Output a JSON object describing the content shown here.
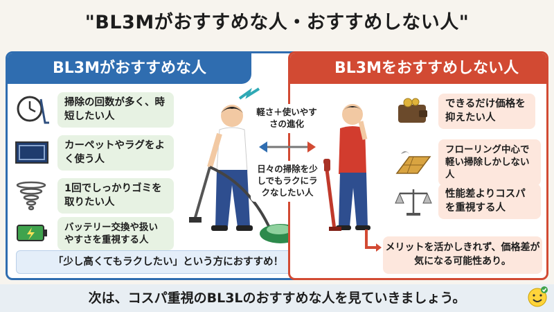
{
  "title": "\"BL3Mがおすすめな人・おすすめしない人\"",
  "left_panel": {
    "heading": "BL3Mがおすすめな人",
    "items": [
      {
        "icon": "clock-icon",
        "text": "掃除の回数が多く、時短したい人"
      },
      {
        "icon": "carpet-icon",
        "text": "カーペットやラグをよく使う人"
      },
      {
        "icon": "tornado-icon",
        "text": "1回でしっかりゴミを取りたい人"
      },
      {
        "icon": "battery-icon",
        "text": "バッテリー交換や扱いやすさを重視する人"
      }
    ],
    "recommendation": "「少し高くてもラクしたい」という方におすすめ！"
  },
  "middle": {
    "top_note": "軽さ＋使いやすさの進化",
    "bottom_note": "日々の掃除を少しでもラクにラクなしたい人"
  },
  "right_panel": {
    "heading": "BL3Mをおすすめしない人",
    "items": [
      {
        "icon": "wallet-icon",
        "text": "できるだけ価格を抑えたい人"
      },
      {
        "icon": "flooring-icon",
        "text": "フローリング中心で軽い掃除しかしない人"
      },
      {
        "icon": "scale-icon",
        "text": "性能差よりコスパを重視する人"
      }
    ],
    "merit_note": "メリットを活かしきれず、価格差が気になる可能性あり。"
  },
  "footer": "次は、コスパ重視のBL3Lのおすすめな人を見ていきましょう。",
  "colors": {
    "left_accent": "#2f6db0",
    "right_accent": "#d24a33",
    "left_item_bg": "#e7f2e3",
    "right_item_bg": "#fde7dd"
  }
}
